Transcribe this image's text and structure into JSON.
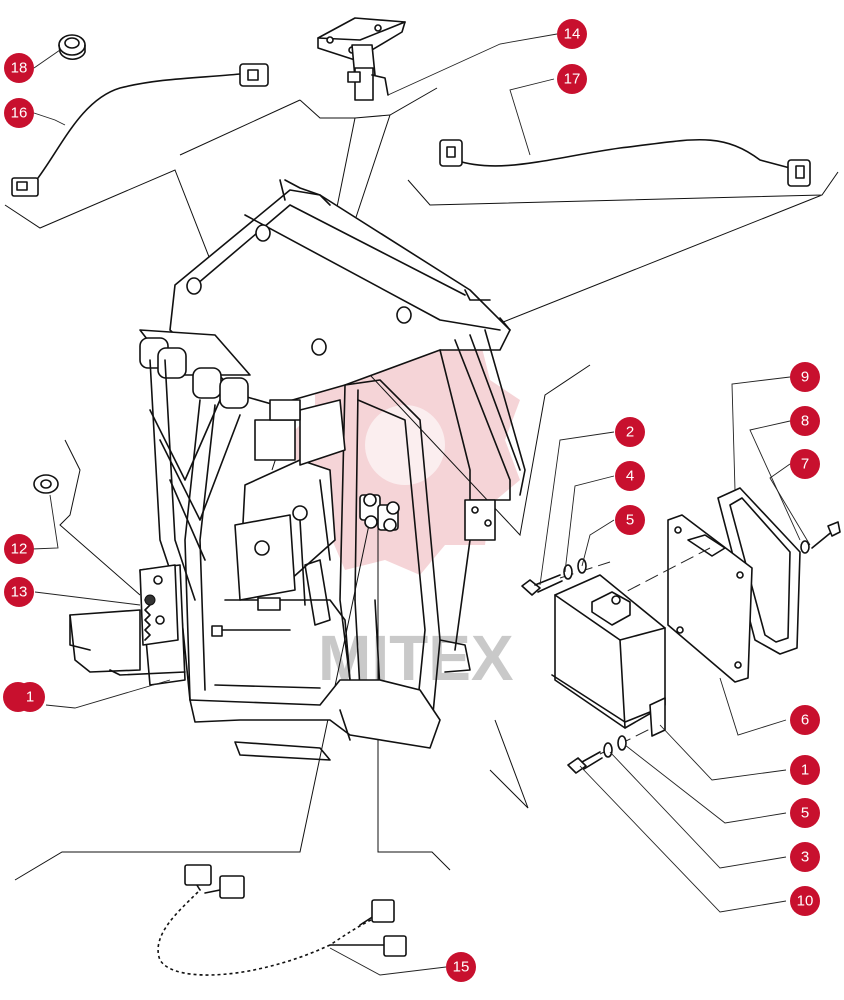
{
  "callouts": [
    {
      "id": "c14",
      "label": "14"
    },
    {
      "id": "c17",
      "label": "17"
    },
    {
      "id": "c18",
      "label": "18"
    },
    {
      "id": "c16",
      "label": "16"
    },
    {
      "id": "c9",
      "label": "9"
    },
    {
      "id": "c2",
      "label": "2"
    },
    {
      "id": "c8",
      "label": "8"
    },
    {
      "id": "c4",
      "label": "4"
    },
    {
      "id": "c7",
      "label": "7"
    },
    {
      "id": "c5a",
      "label": "5"
    },
    {
      "id": "c12",
      "label": "12"
    },
    {
      "id": "c13",
      "label": "13"
    },
    {
      "id": "c1a",
      "label": "1"
    },
    {
      "id": "c6",
      "label": "6"
    },
    {
      "id": "c1b",
      "label": "1"
    },
    {
      "id": "c5b",
      "label": "5"
    },
    {
      "id": "c3",
      "label": "3"
    },
    {
      "id": "c10",
      "label": "10"
    },
    {
      "id": "c15",
      "label": "15"
    }
  ],
  "watermark": {
    "text": "MITEX"
  },
  "colors": {
    "callout": "#c8102e",
    "watermark": "#e9a0a6"
  }
}
